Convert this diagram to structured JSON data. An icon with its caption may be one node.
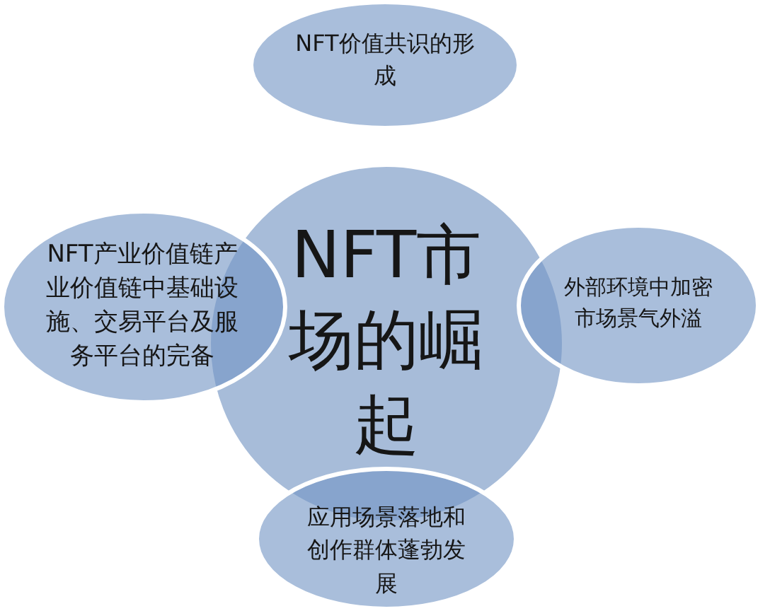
{
  "diagram": {
    "nodes": [
      {
        "text": [
          "NFT市场的崛起"
        ]
      },
      {
        "text": [
          "NFT价值共识的形成"
        ]
      },
      {
        "text": [
          "NFT产业价值链产业价值链中基础设施、交易平台及服务平台的完备"
        ]
      },
      {
        "text": [
          "外部环境中加密市场景气外溢"
        ]
      },
      {
        "text": [
          "应用场景落地和创作群体蓬勃发展"
        ]
      }
    ]
  }
}
